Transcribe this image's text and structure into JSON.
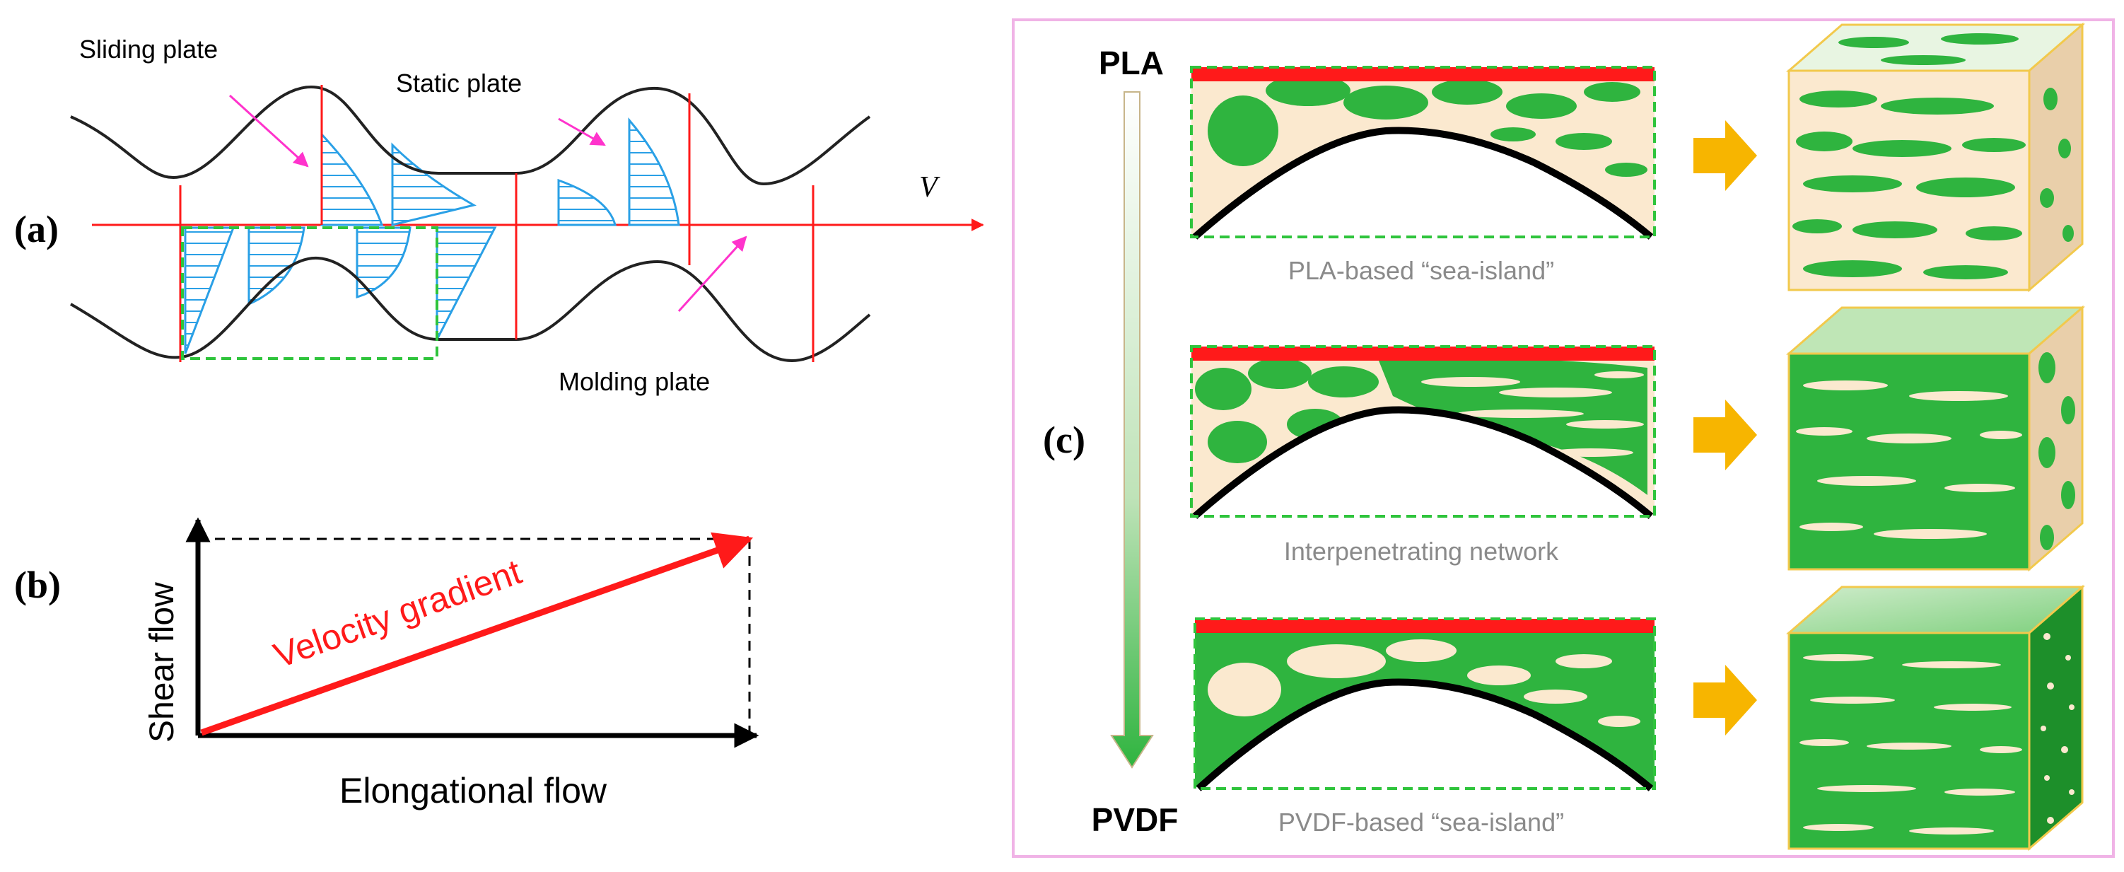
{
  "panel_a": {
    "label": "(a)",
    "sliding_plate": "Sliding plate",
    "static_plate": "Static plate",
    "molding_plate": "Molding plate",
    "velocity_symbol": "V"
  },
  "panel_b": {
    "label": "(b)",
    "y_axis": "Shear flow",
    "x_axis": "Elongational flow",
    "diagonal": "Velocity gradient"
  },
  "panel_c": {
    "label": "(c)",
    "top_material": "PLA",
    "bottom_material": "PVDF",
    "captions": [
      "PLA-based “sea-island”",
      "Interpenetrating network",
      "PVDF-based “sea-island”"
    ]
  },
  "colors": {
    "red": "#ff1a1a",
    "flow_blue": "#2aa0e6",
    "green": "#2fb43f",
    "dark_green": "#1d8f2a",
    "cream": "#fbe9cf",
    "tan": "#e9cfaa",
    "arrow_orange": "#f7b500",
    "pink_frame": "#f0b3e6",
    "magenta": "#ff33cc",
    "dash_green": "#2fc43c"
  }
}
